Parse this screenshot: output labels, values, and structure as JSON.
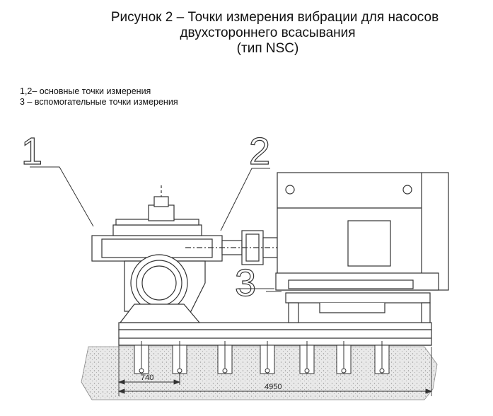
{
  "title": {
    "line1": "Рисунок 2 – Точки измерения вибрации для насосов",
    "line2": "двухстороннего всасывания",
    "line3": "(тип NSC)"
  },
  "legend": {
    "item1": "1,2– основные точки измерения",
    "item2": "3 – вспомогательные точки измерения"
  },
  "callouts": {
    "point1": "1",
    "point2": "2",
    "point3": "3"
  },
  "dimensions": {
    "bolt_spacing": "740",
    "overall_length": "4950"
  }
}
